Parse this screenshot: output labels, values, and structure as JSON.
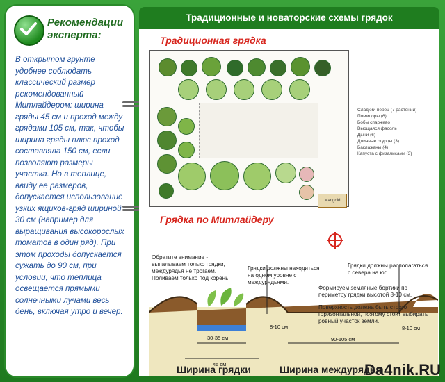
{
  "sidebar": {
    "title": "Рекомендации эксперта:",
    "text": "В открытом грунте удобнее соблюдать классический размер рекомендованный Митлайдером: ширина гряды 45 см и проход между грядами 105 см, так, чтобы ширина гряды плюс проход составляла 150 см, если позволяют размеры участка. Но в теплице, ввиду ее размеров, допускается использование узких ящиков-гряд шириной 30 см (например для выращивания высокорослых томатов в один ряд). При этом проходы допускается сужать до 90 см, при условии, что теплица освещается прямыми солнечными лучами весь день, включая утро и вечер."
  },
  "header": {
    "title": "Традиционные и новаторские схемы грядок"
  },
  "traditional": {
    "title": "Традиционная грядка",
    "legend": [
      "Сладкий перец (7 растений)",
      "Помидоры (6)",
      "Бобы спаржево",
      "Вьющаяся фасоль",
      "Дыни (6)",
      "Длинные огурцы (3)",
      "Баклажаны (4)",
      "Капуста с физалисами (3)"
    ],
    "marigold_label": "Marigold"
  },
  "mittleider": {
    "title": "Грядка по Митлайдеру",
    "note_weeds": "Обратите внимание - выпалываем только грядки, междурядья не трогаем. Поливаем только под корень.",
    "note_level": "Грядки должны находиться на одном уровне с междурядьями.",
    "note_orientation": "Грядки должны располагаться с севера на юг.",
    "note_borders": "Формируем земляные бортики по периметру грядки высотой 8-10 см.",
    "note_surface": "Поверхность должна быть строго горизонтальной, поэтому стоит выбирать ровный участок земли.",
    "dim_inner": "30-35 см",
    "dim_bed": "45 см",
    "dim_border_left": "8-10 см",
    "dim_path": "90-105 см",
    "dim_border_right": "8-10 см",
    "label_bed_width": "Ширина грядки",
    "label_row_width": "Ширина междурядья"
  },
  "watermark": "Da4nik.RU",
  "colors": {
    "accent_green": "#1f7d1f",
    "title_red": "#d7261e",
    "text_blue": "#1f4f9a"
  }
}
